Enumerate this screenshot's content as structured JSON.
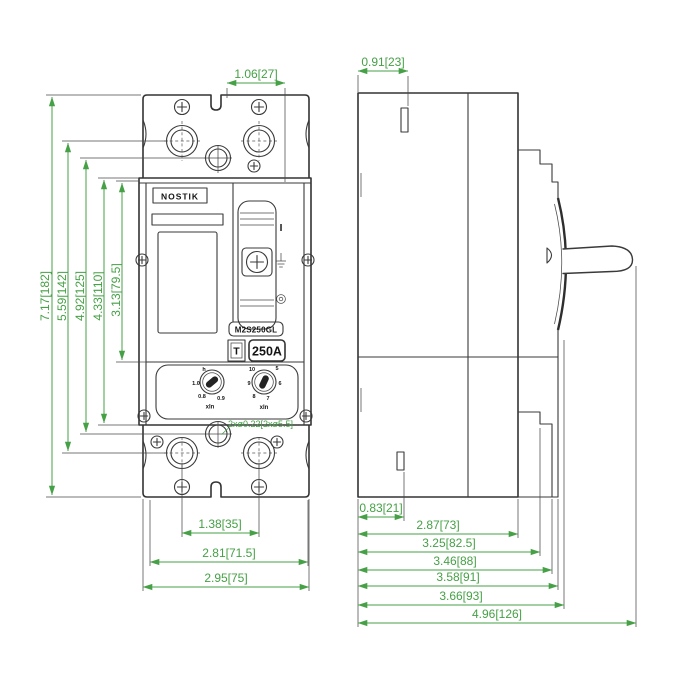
{
  "colors": {
    "dimension_green": "#46a046",
    "linework": "#3a3a3a",
    "background": "#ffffff"
  },
  "front_view": {
    "dims_left": [
      "7.17[182]",
      "5.59[142]",
      "4.92[125]",
      "4.33[110]",
      "3.13[79.5]"
    ],
    "dim_top": "1.06[27]",
    "dims_bottom": [
      "1.38[35]",
      "2.81[71.5]",
      "2.95[75]"
    ],
    "hole_note": "2xø0.22[2xø5.5]",
    "logo_text": "NOSTIK",
    "model_text": "M2S250GL",
    "cert_mark": "T",
    "rating": "250A",
    "on_mark": "I",
    "dial_left": {
      "ticks": [
        "h",
        "1.0",
        "0.8",
        "0.9"
      ],
      "unit": "xIn"
    },
    "dial_right": {
      "ticks": [
        "10",
        "5",
        "9",
        "6",
        "8",
        "7"
      ],
      "unit": "xIn"
    }
  },
  "side_view": {
    "dim_top": "0.91[23]",
    "dims_bottom": [
      "0.83[21]",
      "2.87[73]",
      "3.25[82.5]",
      "3.46[88]",
      "3.58[91]",
      "3.66[93]",
      "4.96[126]"
    ]
  }
}
